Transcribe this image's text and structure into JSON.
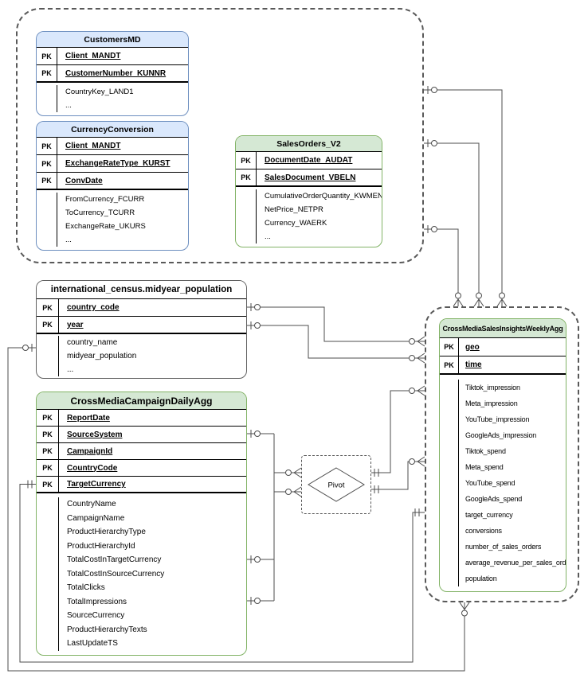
{
  "colors": {
    "blue_fill": "#dae8fc",
    "blue_border": "#6c8ebf",
    "green_fill": "#d5e8d4",
    "green_border": "#82b366",
    "neutral_fill": "#ffffff",
    "neutral_border": "#616161",
    "wire": "#4d4d4d",
    "text": "#000000",
    "background": "#ffffff"
  },
  "labels": {
    "pk": "PK",
    "pivot": "Pivot"
  },
  "tables": {
    "customers": {
      "title": "CustomersMD",
      "pk_fields": [
        "Client_MANDT",
        "CustomerNumber_KUNNR"
      ],
      "fields": [
        "CountryKey_LAND1",
        "..."
      ]
    },
    "currency": {
      "title": "CurrencyConversion",
      "pk_fields": [
        "Client_MANDT",
        "ExchangeRateType_KURST",
        "ConvDate"
      ],
      "fields": [
        "FromCurrency_FCURR",
        "ToCurrency_TCURR",
        "ExchangeRate_UKURS",
        "..."
      ]
    },
    "sales_orders": {
      "title": "SalesOrders_V2",
      "pk_fields": [
        "DocumentDate_AUDAT",
        "SalesDocument_VBELN"
      ],
      "fields": [
        "CumulativeOrderQuantity_KWMENG",
        "NetPrice_NETPR",
        "Currency_WAERK",
        "..."
      ]
    },
    "midyear_population": {
      "title": "international_census.midyear_population",
      "pk_fields": [
        "country_code",
        "year"
      ],
      "fields": [
        "country_name",
        "midyear_population",
        "..."
      ]
    },
    "campaign_daily": {
      "title": "CrossMediaCampaignDailyAgg",
      "pk_fields": [
        "ReportDate",
        "SourceSystem",
        "CampaignId",
        "CountryCode",
        "TargetCurrency"
      ],
      "fields": [
        "CountryName",
        "CampaignName",
        "ProductHierarchyType",
        "ProductHierarchyId",
        "TotalCostInTargetCurrency",
        "TotalCostInSourceCurrency",
        "TotalClicks",
        "TotalImpressions",
        "SourceCurrency",
        "ProductHierarchyTexts",
        "LastUpdateTS"
      ]
    },
    "weekly_agg": {
      "title": "CrossMediaSalesInsightsWeeklyAgg",
      "pk_fields": [
        "geo",
        "time"
      ],
      "fields": [
        "Tiktok_impression",
        "Meta_impression",
        "YouTube_impression",
        "GoogleAds_impression",
        "Tiktok_spend",
        "Meta_spend",
        "YouTube_spend",
        "GoogleAds_spend",
        "target_currency",
        "conversions",
        "number_of_sales_orders",
        "average_revenue_per_sales_order",
        "population"
      ]
    }
  }
}
